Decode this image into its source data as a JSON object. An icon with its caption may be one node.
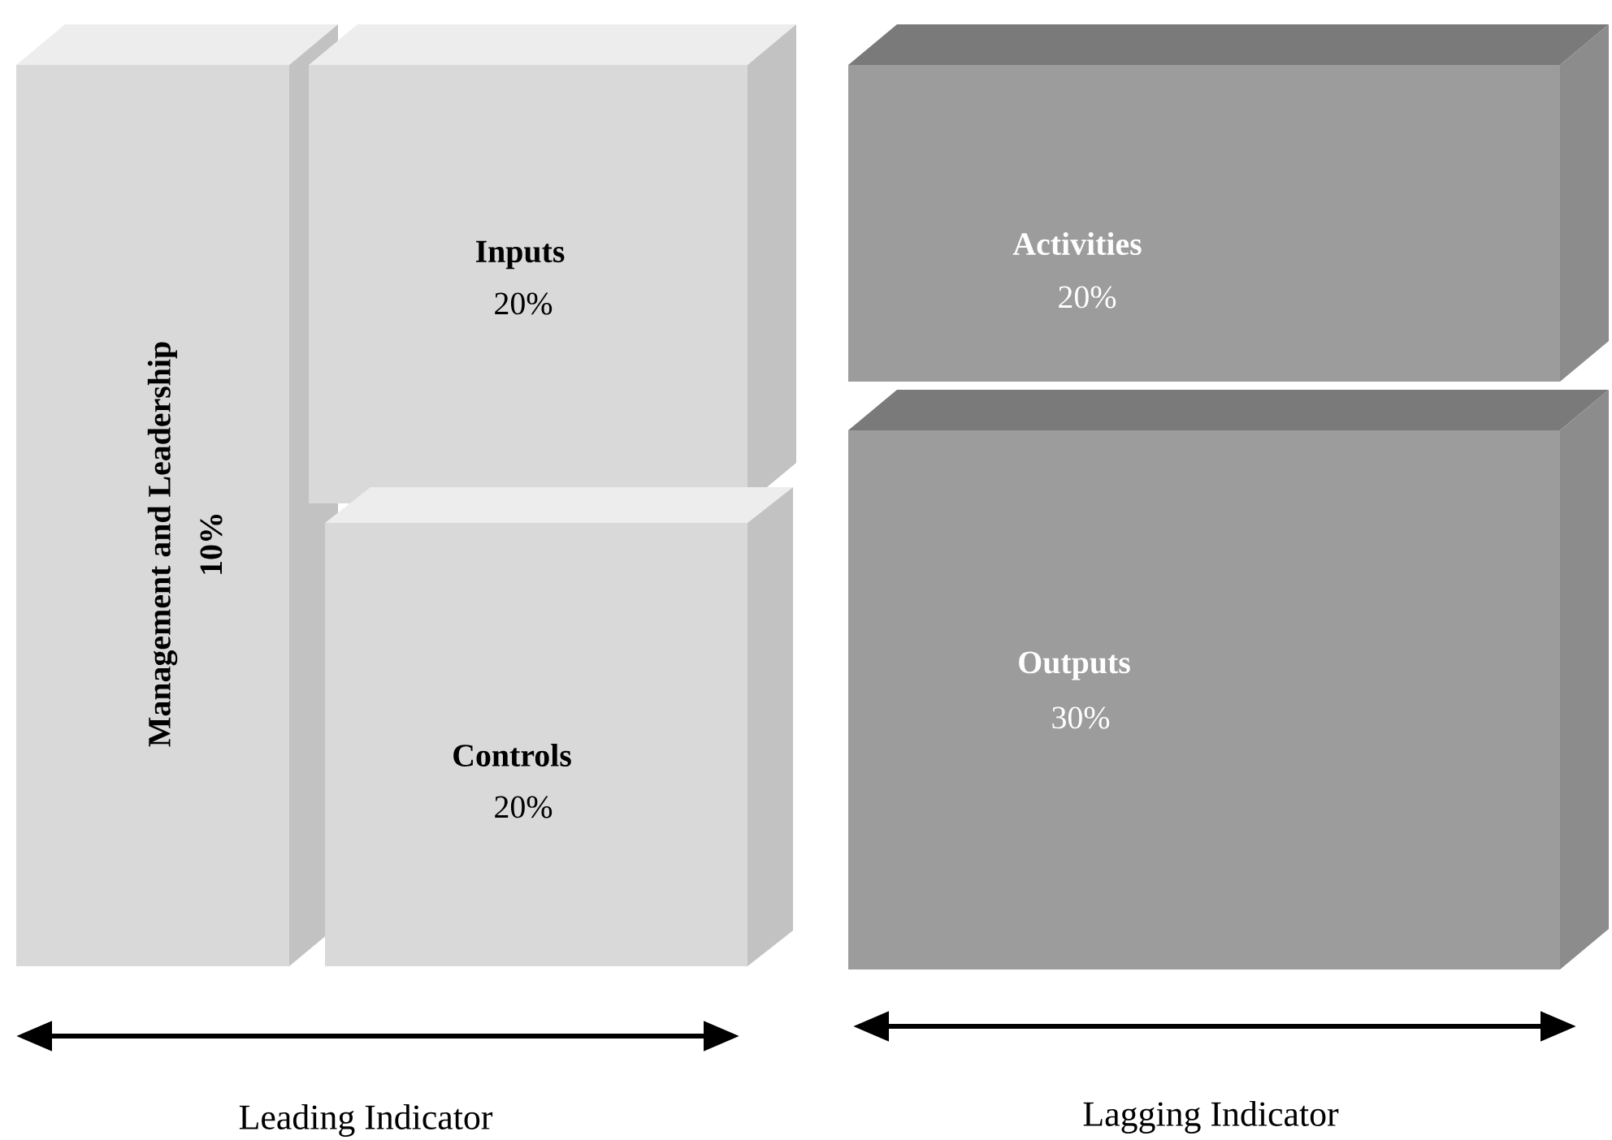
{
  "diagram": {
    "nodes": [
      {
        "text": [
          "Management and Leadership",
          "10%"
        ]
      },
      {
        "text": [
          "Inputs",
          "20%"
        ]
      },
      {
        "text": [
          "Controls",
          "20%"
        ]
      },
      {
        "text": [
          "Activities",
          "20%"
        ]
      },
      {
        "text": [
          "Outputs",
          "30%"
        ]
      }
    ],
    "labels": [
      "Leading Indicator",
      "Lagging Indicator"
    ]
  }
}
